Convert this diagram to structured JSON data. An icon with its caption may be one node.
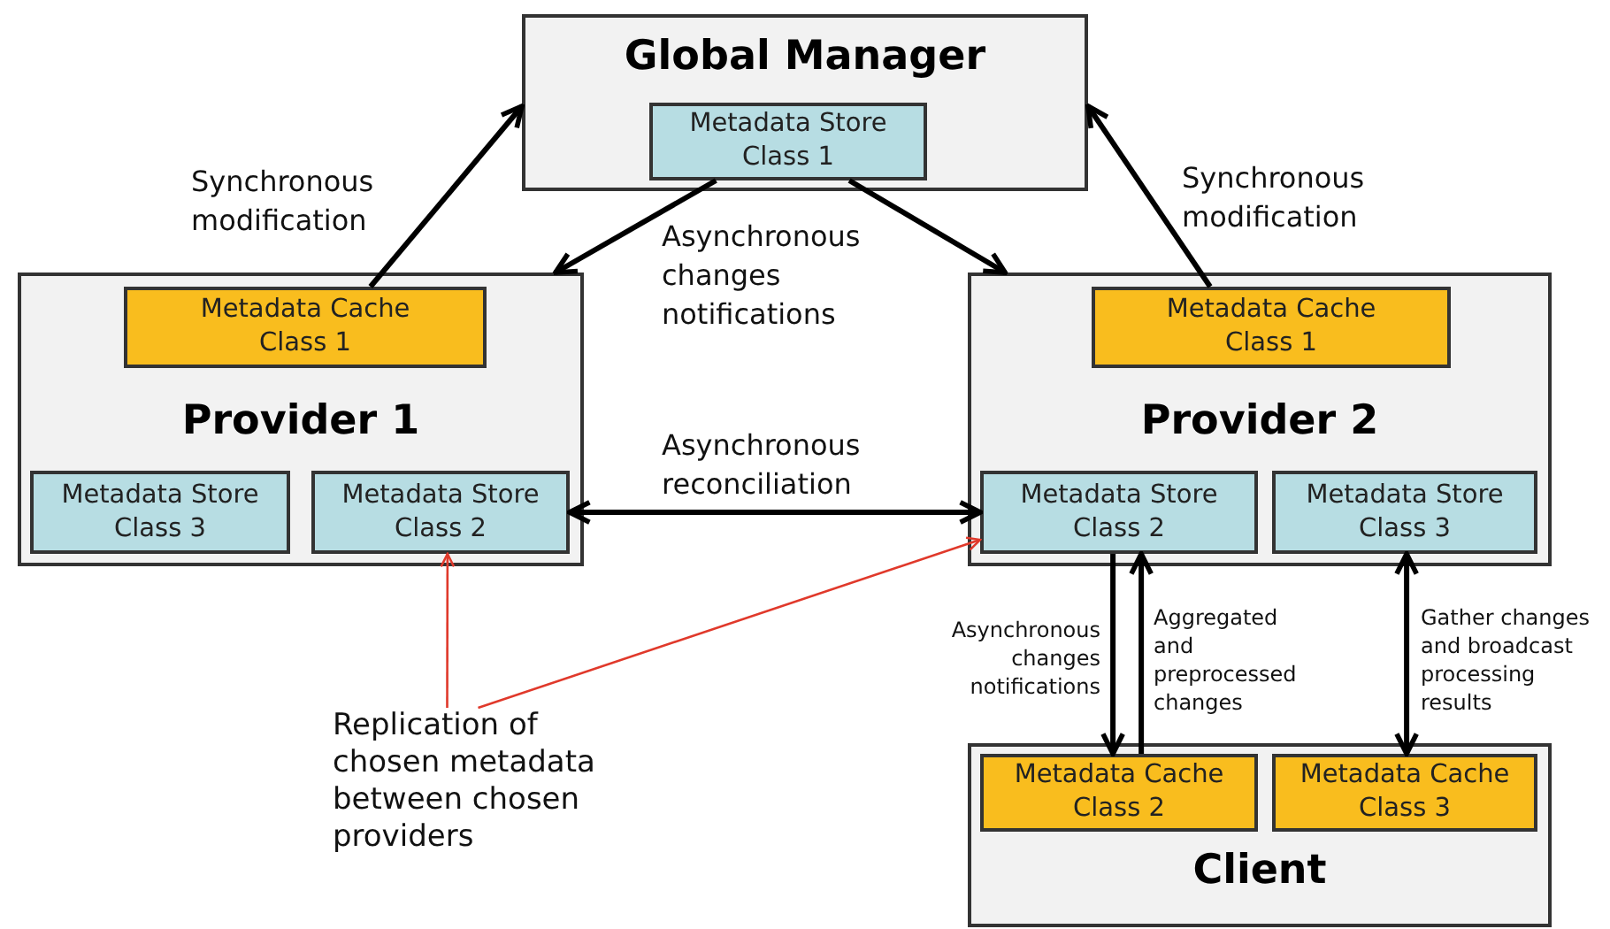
{
  "diagram": {
    "nodes": [
      {
        "text": [
          "Global Manager"
        ]
      },
      {
        "text": [
          "Metadata Store Class 1"
        ],
        "in": 0
      },
      {
        "text": [
          "Provider 1"
        ]
      },
      {
        "text": [
          "Metadata Cache Class 1"
        ],
        "in": 2
      },
      {
        "text": [
          "Metadata Store Class 3"
        ],
        "in": 2
      },
      {
        "text": [
          "Metadata Store Class 2"
        ],
        "in": 2
      },
      {
        "text": [
          "Provider 2"
        ]
      },
      {
        "text": [
          "Metadata Cache Class 1"
        ],
        "in": 6
      },
      {
        "text": [
          "Metadata Store Class 2"
        ],
        "in": 6
      },
      {
        "text": [
          "Metadata Store Class 3"
        ],
        "in": 6
      },
      {
        "text": [
          "Client"
        ]
      },
      {
        "text": [
          "Metadata Cache Class 2"
        ],
        "in": 10
      },
      {
        "text": [
          "Metadata Cache Class 3"
        ],
        "in": 10
      },
      {
        "text": [
          "Replication of chosen metadata between chosen providers"
        ]
      }
    ],
    "edges": [
      {
        "from": 3,
        "to": 0,
        "arrow": "to",
        "label": "Synchronous modification"
      },
      {
        "from": 7,
        "to": 0,
        "arrow": "to",
        "label": "Synchronous modification"
      },
      {
        "from": 1,
        "to": 2,
        "arrow": "to"
      },
      {
        "from": 1,
        "to": 6,
        "arrow": "to"
      },
      {
        "from": 5,
        "to": 8,
        "arrow": "both",
        "label": "Asynchronous reconciliation"
      },
      {
        "from": 8,
        "to": 11,
        "arrow": "to",
        "label": "Asynchronous changes notifications"
      },
      {
        "from": 11,
        "to": 8,
        "arrow": "to",
        "label": "Aggregated and preprocessed changes"
      },
      {
        "from": 9,
        "to": 12,
        "arrow": "both",
        "label": "Gather changes and broadcast processing results"
      },
      {
        "from": 13,
        "to": 5,
        "arrow": "to",
        "color": "#e0392b"
      },
      {
        "from": 13,
        "to": 8,
        "arrow": "to",
        "color": "#e0392b"
      }
    ],
    "labels": [
      "Asynchronous changes notifications"
    ]
  }
}
